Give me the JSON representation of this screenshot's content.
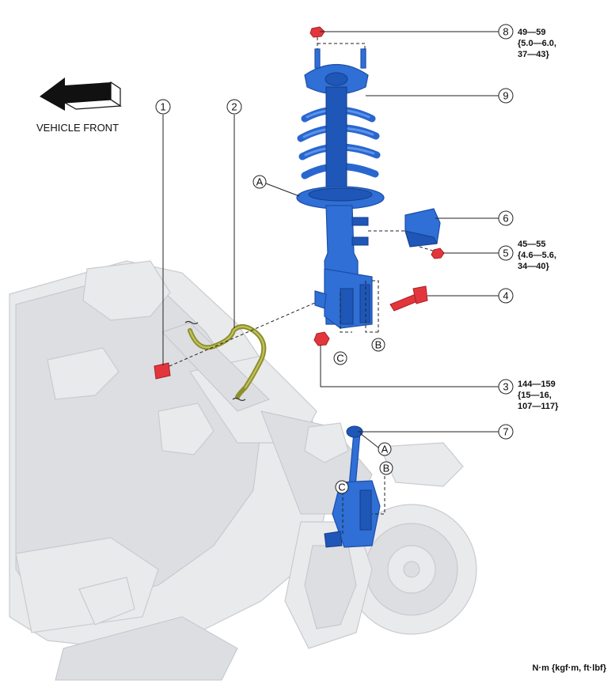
{
  "vehicle_front_label": "VEHICLE FRONT",
  "units_label": "N·m {kgf·m, ft·lbf}",
  "callouts": [
    {
      "id": "1",
      "label": "1"
    },
    {
      "id": "2",
      "label": "2"
    },
    {
      "id": "3",
      "label": "3"
    },
    {
      "id": "4",
      "label": "4"
    },
    {
      "id": "5",
      "label": "5"
    },
    {
      "id": "6",
      "label": "6"
    },
    {
      "id": "7",
      "label": "7"
    },
    {
      "id": "8",
      "label": "8"
    },
    {
      "id": "9",
      "label": "9"
    }
  ],
  "letters": {
    "a": "A",
    "b": "B",
    "c": "C"
  },
  "torques": {
    "t8": [
      "49—59",
      "{5.0—6.0,",
      "37—43}"
    ],
    "t5": [
      "45—55",
      "{4.6—5.6,",
      "34—40}"
    ],
    "t3": [
      "144—159",
      "{15—16,",
      "107—117}"
    ]
  },
  "colors": {
    "component": "#2f6fd6",
    "fastener": "#e3363c",
    "hose": "#8d8f2e",
    "background_parts": "#e9eaec"
  }
}
